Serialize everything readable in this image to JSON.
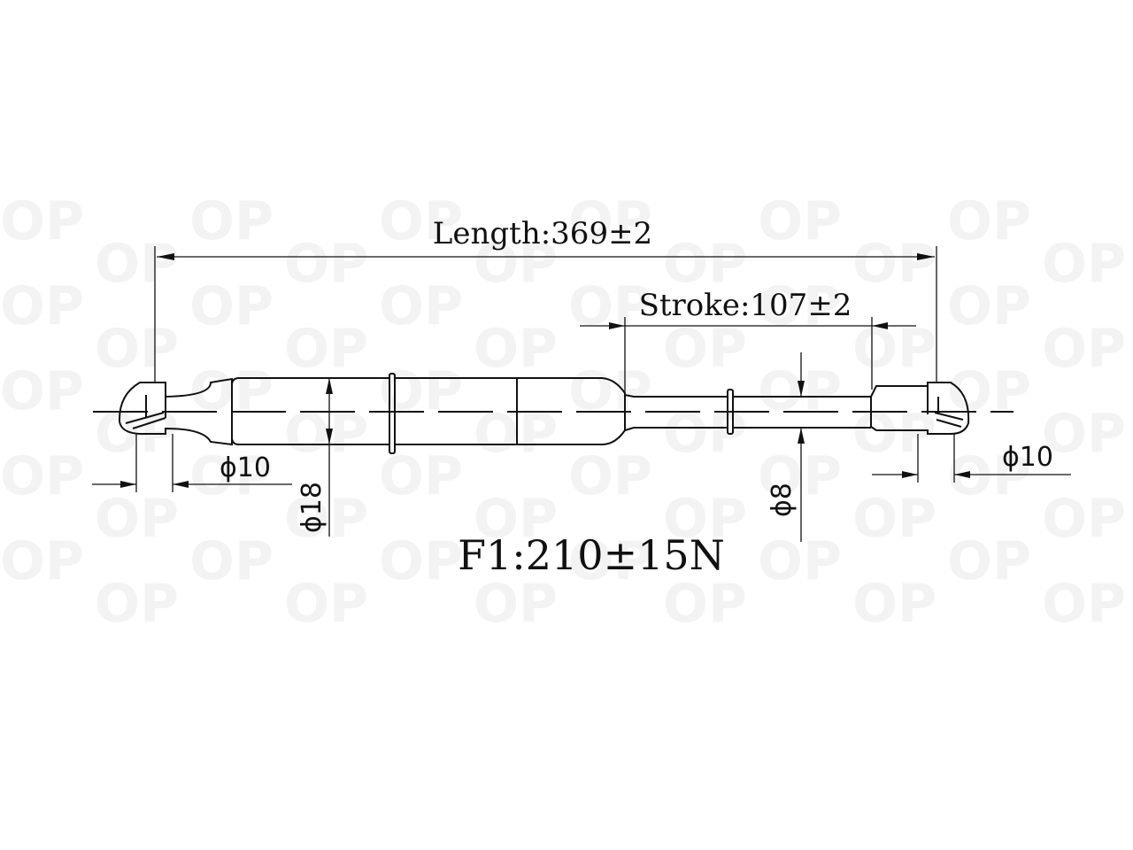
{
  "watermark": {
    "text": "OP",
    "color": "#f3f3f3"
  },
  "dimensions": {
    "length_label": "Length:369±2",
    "stroke_label": "Stroke:107±2",
    "left_end_diameter": "ϕ10",
    "right_end_diameter": "ϕ10",
    "cylinder_diameter": "ϕ18",
    "rod_diameter": "ϕ8"
  },
  "force": {
    "label": "F1:210±15N"
  },
  "colors": {
    "line": "#111111",
    "background": "#ffffff"
  }
}
